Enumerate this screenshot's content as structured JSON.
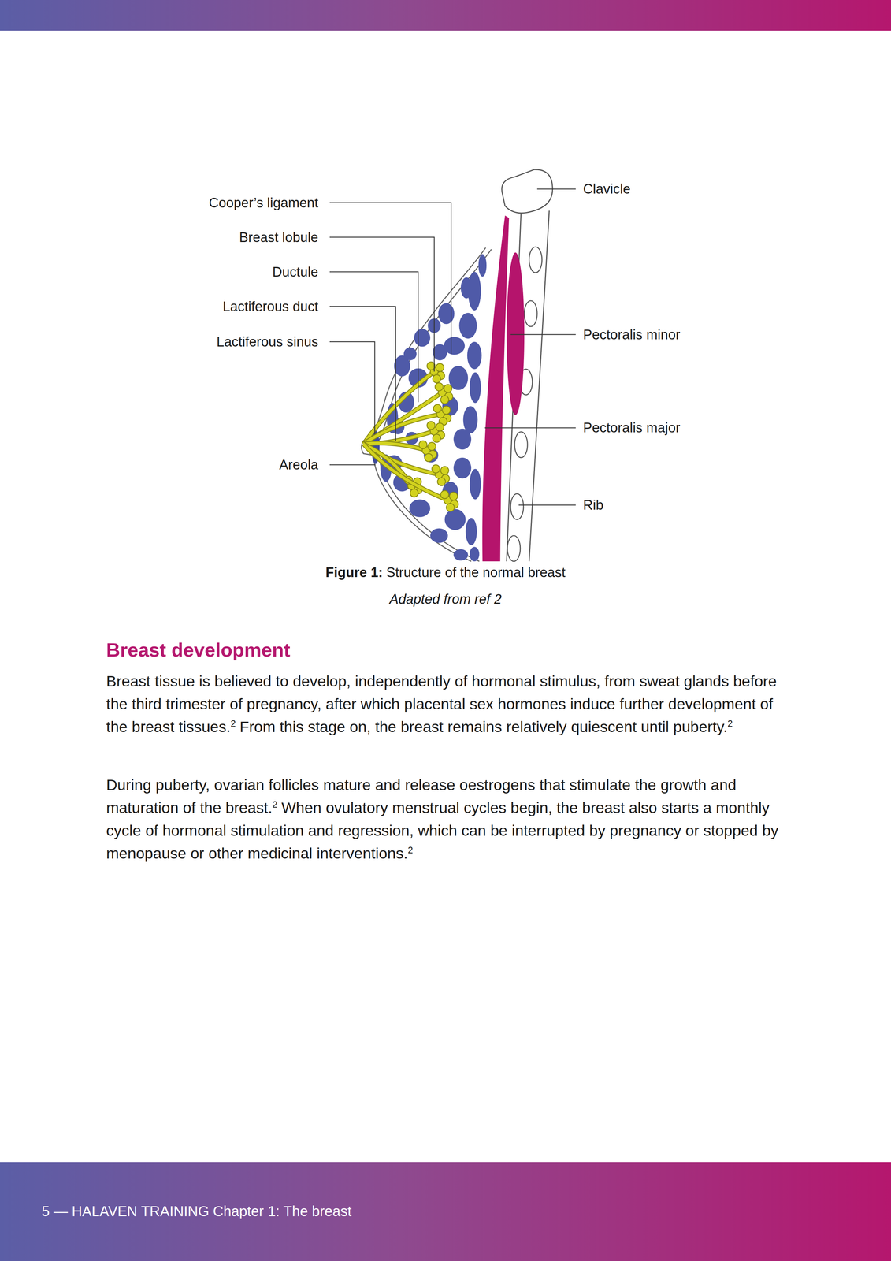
{
  "diagram": {
    "title": "Breast development",
    "caption": "Structure of the normal breast",
    "labels": [
      "Cooper’s ligament",
      "Breast lobule",
      "Ductule",
      "Lactiferous duct",
      "Lactiferous sinus",
      "Clavicle",
      "Pectoralis minor",
      "Pectoralis major",
      "Areola",
      "Rib",
      "Figure 1:",
      "Adapted from ref 2",
      "Breast tissue is believed to develop, independently of hormonal stimulus, from sweat glands before the third trimester of pregnancy, after which placental sex hormones induce further development of the breast tissues.",
      "2",
      "From this stage on, the breast remains relatively quiescent until puberty.",
      "2",
      "During puberty, ovarian follicles mature and release oestrogens that stimulate the growth and maturation of the breast.",
      "2",
      "When ovulatory menstrual cycles begin, the breast also starts a monthly cycle of hormonal stimulation and regression, which can be interrupted by pregnancy or stopped by menopause or other medicinal interventions.",
      "2",
      "5 — HALAVEN TRAINING Chapter 1: The breast"
    ]
  }
}
